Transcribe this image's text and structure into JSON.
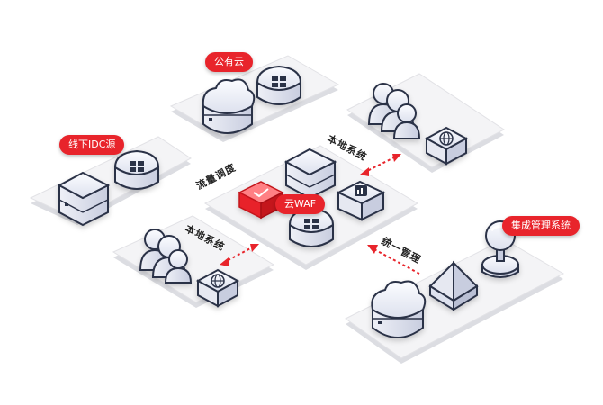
{
  "labels": {
    "public_cloud": "公有云",
    "offline_idc": "线下IDC源",
    "cloud_waf": "云WAF",
    "integrated_mgmt": "集成管理系统"
  },
  "edge_labels": {
    "traffic_scheduling": "流量调度",
    "local_system_right": "本地系统",
    "local_system_left": "本地系统",
    "unified_management": "统一管理"
  },
  "colors": {
    "accent_red": "#e8242b",
    "platform": "#f3f3f5",
    "device_light": "#e9ebf4",
    "device_dark": "#2b3147",
    "arrow_red": "#e8242b"
  },
  "icons": [
    "cloud-server",
    "grid-box",
    "people-group",
    "globe-box",
    "hexagon-server",
    "chart-box",
    "shield-box",
    "pyramid",
    "globe-stand"
  ]
}
